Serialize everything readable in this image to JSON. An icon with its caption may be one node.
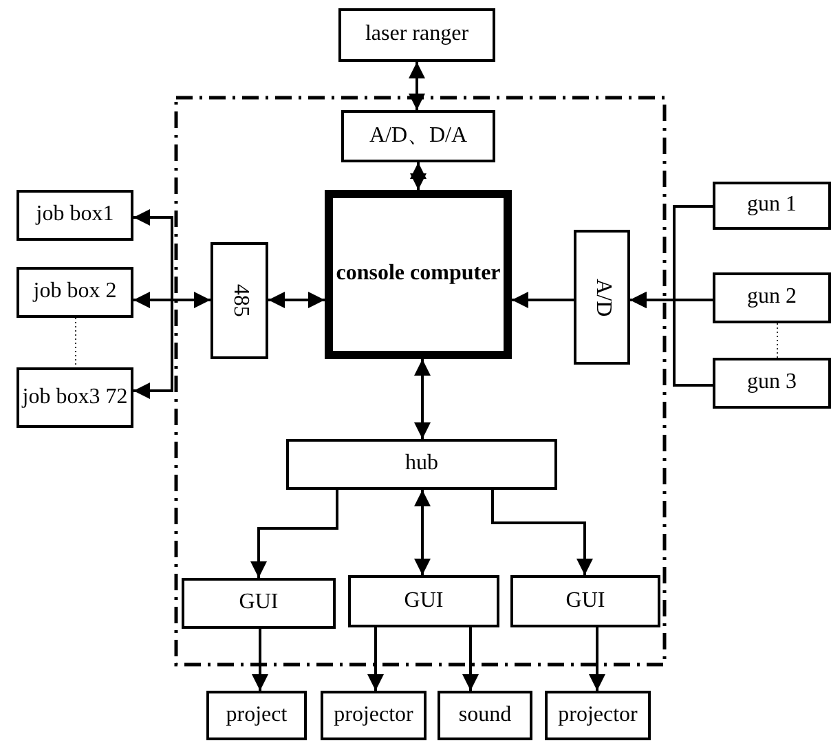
{
  "diagram": {
    "nodes": [
      {
        "text": [],
        "shape": "box"
      },
      {
        "text": [
          "laser ranger"
        ]
      },
      {
        "text": [
          "A/D、D/A"
        ],
        "in": 0
      },
      {
        "text": [
          "job box1"
        ]
      },
      {
        "text": [
          "job box 2"
        ]
      },
      {
        "text": [
          "job box3 72"
        ]
      },
      {
        "text": [
          "485"
        ],
        "in": 0
      },
      {
        "text": [
          "console computer"
        ],
        "in": 0
      },
      {
        "text": [
          "A/D"
        ],
        "in": 0
      },
      {
        "text": [
          "gun  1"
        ]
      },
      {
        "text": [
          "gun  2"
        ]
      },
      {
        "text": [
          "gun  3"
        ]
      },
      {
        "text": [
          "hub"
        ],
        "in": 0
      },
      {
        "text": [
          "GUI"
        ],
        "in": 0
      },
      {
        "text": [
          "GUI"
        ],
        "in": 0
      },
      {
        "text": [
          "GUI"
        ],
        "in": 0
      },
      {
        "text": [
          "project"
        ]
      },
      {
        "text": [
          "projector"
        ]
      },
      {
        "text": [
          "sound"
        ]
      },
      {
        "text": [
          "projector"
        ]
      }
    ],
    "edges": [
      {
        "from": 1,
        "to": 2,
        "arrow": "both"
      },
      {
        "from": 2,
        "to": 7,
        "arrow": "both"
      },
      {
        "from": 4,
        "to": 5,
        "arrow": "none",
        "style": "dashed"
      },
      {
        "from": 10,
        "to": 11,
        "arrow": "none",
        "style": "dashed"
      },
      {
        "from": 6,
        "to": 3,
        "arrow": "to"
      },
      {
        "from": 4,
        "to": 6,
        "arrow": "both"
      },
      {
        "from": 6,
        "to": 5,
        "arrow": "to"
      },
      {
        "from": 6,
        "to": 7,
        "arrow": "both"
      },
      {
        "from": 8,
        "to": 7,
        "arrow": "to"
      },
      {
        "from": 9,
        "to": 8,
        "arrow": "to"
      },
      {
        "from": 10,
        "to": 8,
        "arrow": "to"
      },
      {
        "from": 11,
        "to": 8,
        "arrow": "to"
      },
      {
        "from": 7,
        "to": 12,
        "arrow": "both"
      },
      {
        "from": 12,
        "to": 13,
        "arrow": "to"
      },
      {
        "from": 12,
        "to": 14,
        "arrow": "both"
      },
      {
        "from": 12,
        "to": 15,
        "arrow": "to"
      },
      {
        "from": 13,
        "to": 16,
        "arrow": "to"
      },
      {
        "from": 14,
        "to": 17,
        "arrow": "to"
      },
      {
        "from": 14,
        "to": 18,
        "arrow": "to"
      },
      {
        "from": 15,
        "to": 19,
        "arrow": "to"
      }
    ]
  }
}
